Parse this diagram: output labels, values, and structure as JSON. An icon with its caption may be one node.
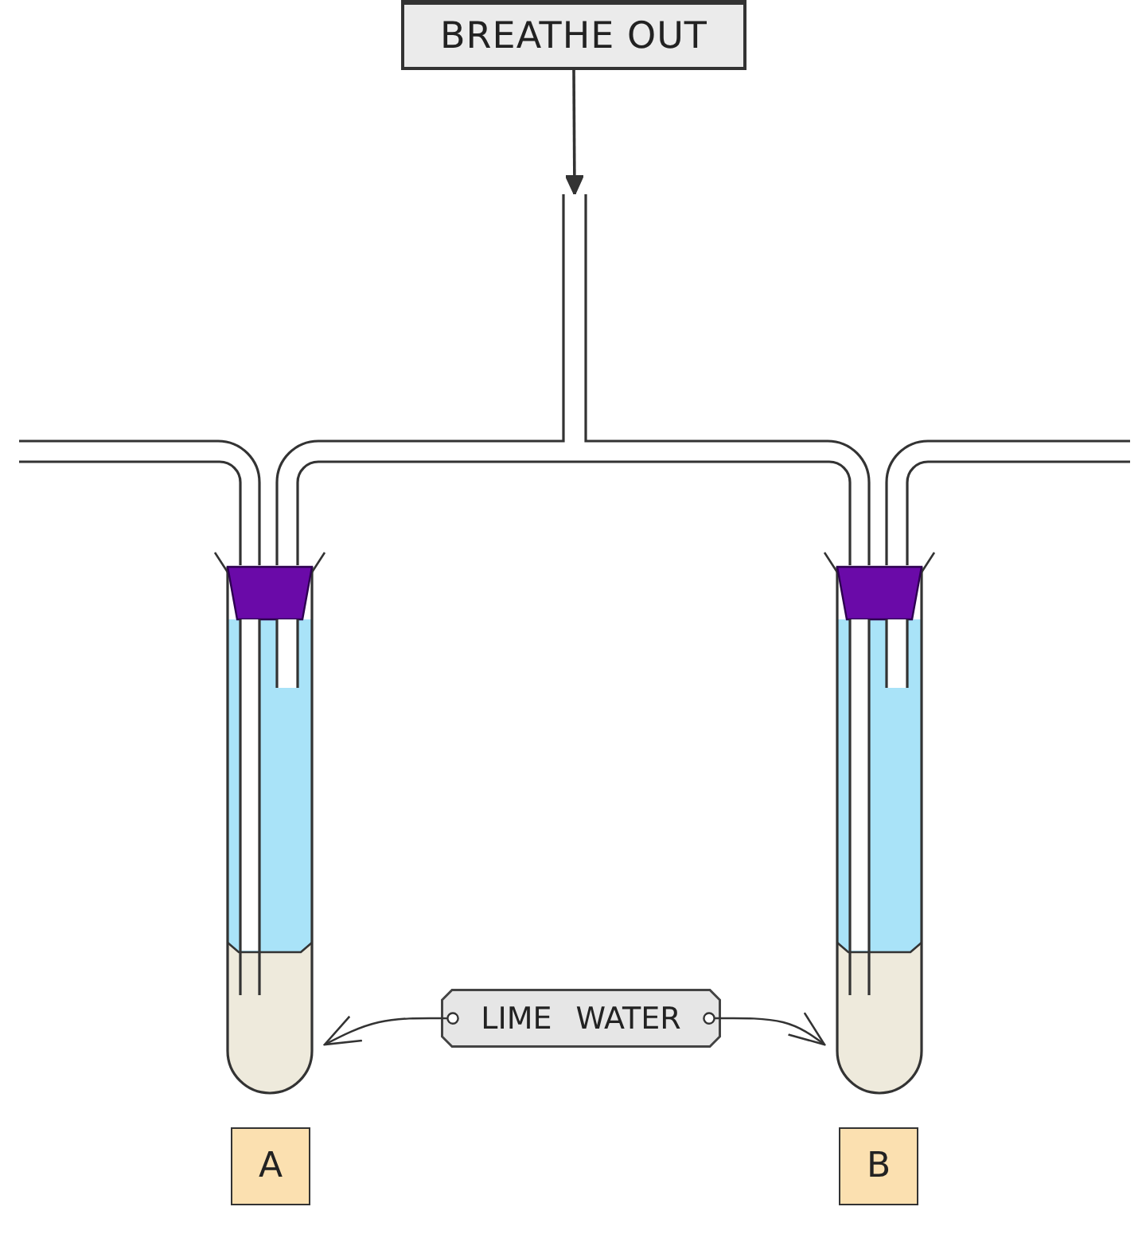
{
  "diagram": {
    "nodes": [
      {
        "text": [
          "BREATHE OUT"
        ]
      },
      {
        "text": [],
        "shape": "picture"
      },
      {
        "text": [],
        "shape": "picture"
      },
      {
        "text": [],
        "shape": "picture"
      },
      {
        "text": [
          "LIME WATER"
        ]
      },
      {
        "text": [
          "A"
        ]
      },
      {
        "text": [
          "B"
        ]
      }
    ],
    "edges": [
      {
        "from": 0,
        "to": 1,
        "arrow": "to"
      },
      {
        "from": 4,
        "to": 2,
        "arrow": "to"
      },
      {
        "from": 4,
        "to": 3,
        "arrow": "to"
      }
    ]
  }
}
